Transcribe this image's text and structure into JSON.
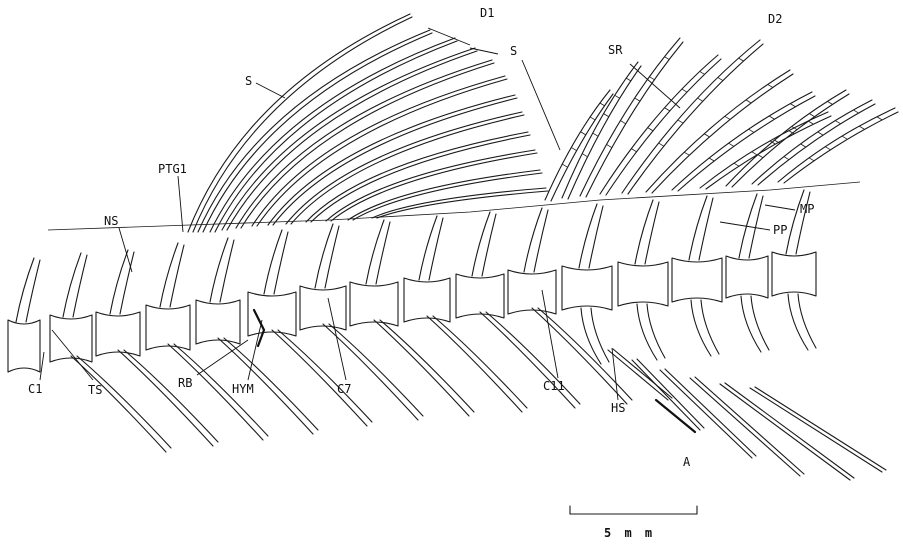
{
  "labels": {
    "d1": "D1",
    "d2": "D2",
    "s_left": "S",
    "s_right": "S",
    "sr": "SR",
    "ptg1": "PTG1",
    "ns": "NS",
    "mp": "MP",
    "pp": "PP",
    "c1": "C1",
    "ts": "TS",
    "rb": "RB",
    "hym": "HYM",
    "c7": "C7",
    "c11": "C11",
    "hs": "HS",
    "a": "A"
  },
  "scale_bar": {
    "label": "5 m m"
  }
}
